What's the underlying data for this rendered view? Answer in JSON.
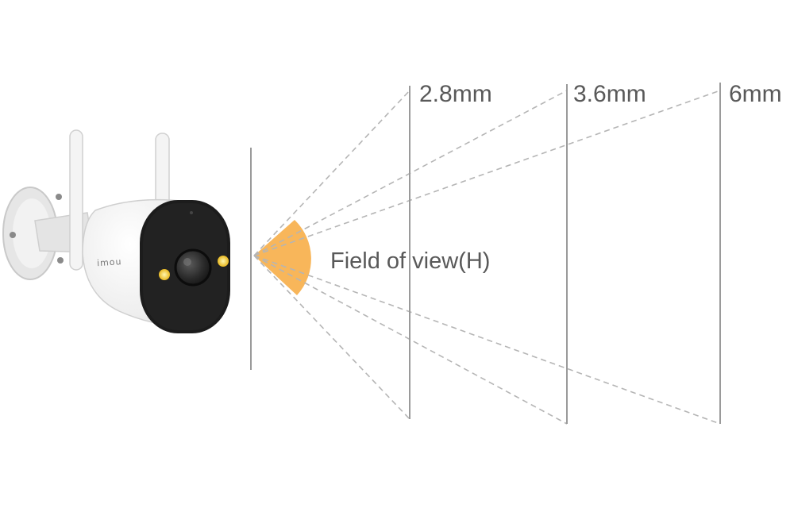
{
  "camera": {
    "brand": "imou"
  },
  "field_of_view": {
    "label": "Field of view(H)",
    "highlight_color": "#f8b65a"
  },
  "lenses": [
    {
      "label": "2.8mm"
    },
    {
      "label": "3.6mm"
    },
    {
      "label": "6mm"
    }
  ],
  "colors": {
    "line": "#9a9a9a",
    "dashed": "#b5b5b5",
    "camera_face": "#1c1c1c",
    "led": "#f4d23a"
  }
}
